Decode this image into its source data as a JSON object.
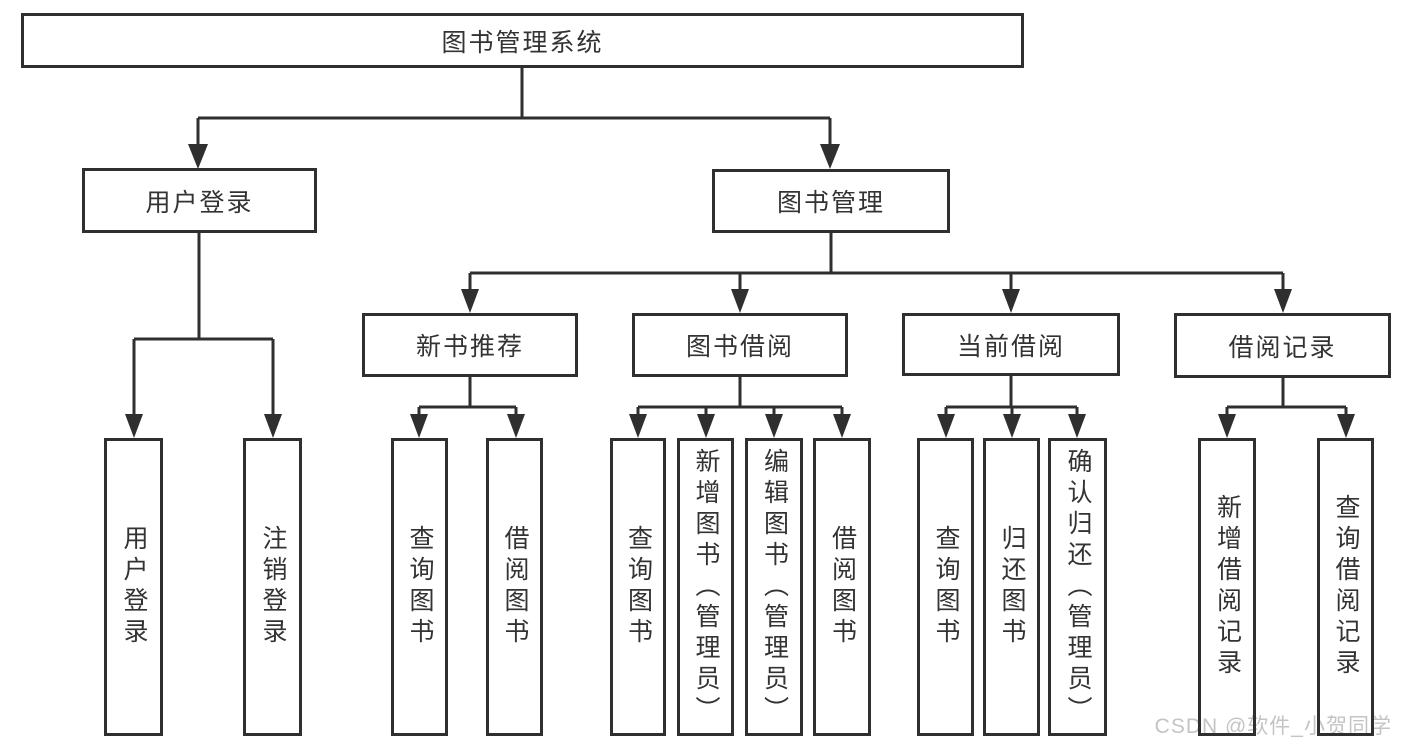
{
  "diagram": {
    "root": {
      "label": "图书管理系统"
    },
    "branches": [
      {
        "label": "用户登录"
      },
      {
        "label": "图书管理"
      }
    ],
    "modules": [
      {
        "label": "新书推荐",
        "parent": "图书管理"
      },
      {
        "label": "图书借阅",
        "parent": "图书管理"
      },
      {
        "label": "当前借阅",
        "parent": "图书管理"
      },
      {
        "label": "借阅记录",
        "parent": "图书管理"
      }
    ],
    "functions": [
      {
        "label": "用户登录",
        "parent": "用户登录"
      },
      {
        "label": "注销登录",
        "parent": "用户登录"
      },
      {
        "label": "查询图书",
        "parent": "新书推荐"
      },
      {
        "label": "借阅图书",
        "parent": "新书推荐"
      },
      {
        "label": "查询图书",
        "parent": "图书借阅"
      },
      {
        "label": "新增图书（管理员）",
        "parent": "图书借阅"
      },
      {
        "label": "编辑图书（管理员）",
        "parent": "图书借阅"
      },
      {
        "label": "借阅图书",
        "parent": "图书借阅"
      },
      {
        "label": "查询图书",
        "parent": "当前借阅"
      },
      {
        "label": "归还图书",
        "parent": "当前借阅"
      },
      {
        "label": "确认归还（管理员）",
        "parent": "当前借阅"
      },
      {
        "label": "新增借阅记录",
        "parent": "借阅记录"
      },
      {
        "label": "查询借阅记录",
        "parent": "借阅记录"
      }
    ],
    "watermark": "CSDN @软件_小贺同学",
    "colors": {
      "line": "#2f2f2f",
      "text": "#333333",
      "watermark": "#c4c4c4",
      "background": "#ffffff"
    }
  }
}
